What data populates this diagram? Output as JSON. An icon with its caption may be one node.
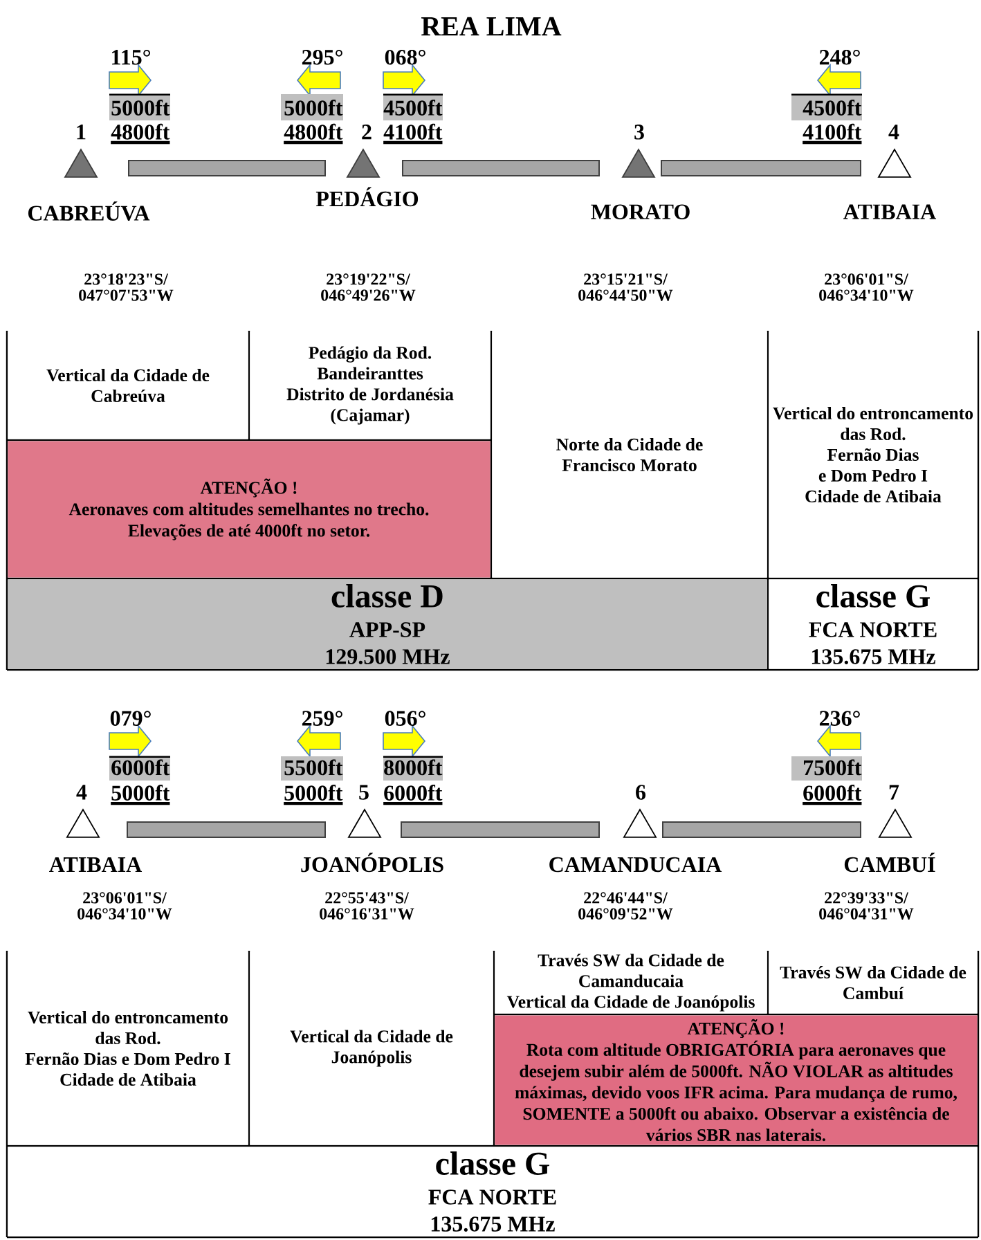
{
  "diagram": {
    "title": "REA LIMA",
    "nodes": [
      {
        "text": [],
        "shape": "triangle",
        "beside": [
          "1",
          "CABREÚVA",
          "115°",
          "5000ft",
          "4800ft"
        ]
      },
      {
        "text": [],
        "shape": "triangle",
        "beside": [
          "2",
          "PEDÁGIO",
          "295°",
          "5000ft",
          "4800ft",
          "068°",
          "4500ft",
          "4100ft"
        ]
      },
      {
        "text": [],
        "shape": "triangle",
        "beside": [
          "3",
          "MORATO"
        ]
      },
      {
        "text": [],
        "shape": "triangle",
        "beside": [
          "4",
          "ATIBAIA",
          "248°",
          "4500ft",
          "4100ft"
        ]
      },
      {
        "text": [
          "Vertical da Cidade de Cabreúva"
        ]
      },
      {
        "text": [
          "Pedágio da Rod. Bandeiranttes",
          "Distrito de Jordanésia (Cajamar)"
        ]
      },
      {
        "text": [
          "Norte da Cidade de Francisco Morato"
        ]
      },
      {
        "text": [
          "Vertical do entroncamento das Rod. Fernão Dias e Dom Pedro I",
          "Cidade de Atibaia"
        ]
      },
      {
        "text": [
          "ATENÇÃO !",
          "Aeronaves com altitudes semelhantes no trecho. Elevações de até 4000ft no setor."
        ]
      },
      {
        "text": [
          "classe D",
          "APP-SP",
          "129.500 MHz"
        ]
      },
      {
        "text": [
          "classe G",
          "FCA NORTE",
          "135.675 MHz"
        ]
      },
      {
        "text": [],
        "shape": "triangle",
        "beside": [
          "4",
          "ATIBAIA",
          "079°",
          "6000ft",
          "5000ft"
        ]
      },
      {
        "text": [],
        "shape": "triangle",
        "beside": [
          "5",
          "JOANÓPOLIS",
          "259°",
          "5500ft",
          "5000ft",
          "056°",
          "8000ft",
          "6000ft"
        ]
      },
      {
        "text": [],
        "shape": "triangle",
        "beside": [
          "6",
          "CAMANDUCAIA"
        ]
      },
      {
        "text": [],
        "shape": "triangle",
        "beside": [
          "7",
          "CAMBUÍ",
          "236°",
          "7500ft",
          "6000ft"
        ]
      },
      {
        "text": [
          "Vertical do entroncamento das Rod. Fernão Dias e Dom Pedro I",
          "Cidade de Atibaia"
        ]
      },
      {
        "text": [
          "Vertical da Cidade de Joanópolis"
        ]
      },
      {
        "text": [
          "Través SW da Cidade de Camanducaia",
          "Vertical da Cidade de Joanópolis"
        ]
      },
      {
        "text": [
          "Través SW da Cidade de Cambuí"
        ]
      },
      {
        "text": [
          "ATENÇÃO !",
          "Rota com altitude OBRIGATÓRIA para aeronaves que desejem subir além de 5000ft. NÃO VIOLAR as altitudes máximas, devido voos IFR acima. Para mudança de rumo, SOMENTE a 5000ft ou abaixo. Observar a existência de vários SBR nas laterais."
        ]
      },
      {
        "text": [
          "classe G",
          "FCA NORTE",
          "135.675 MHz"
        ]
      }
    ],
    "edges": [
      {
        "from": 0,
        "to": 1,
        "arrow": "none"
      },
      {
        "from": 1,
        "to": 2,
        "arrow": "none"
      },
      {
        "from": 2,
        "to": 3,
        "arrow": "none"
      },
      {
        "from": 11,
        "to": 12,
        "arrow": "none"
      },
      {
        "from": 12,
        "to": 13,
        "arrow": "none"
      },
      {
        "from": 13,
        "to": 14,
        "arrow": "none"
      }
    ],
    "labels": [
      "23°18'23\"S/ 047°07'53\"W",
      "23°19'22\"S/ 046°49'26\"W",
      "23°15'21\"S/ 046°44'50\"W",
      "23°06'01\"S/ 046°34'10\"W",
      "23°06'01\"S/ 046°34'10\"W",
      "22°55'43\"S/ 046°16'31\"W",
      "22°46'44\"S/ 046°09'52\"W",
      "22°39'33\"S/ 046°04'31\"W"
    ]
  }
}
